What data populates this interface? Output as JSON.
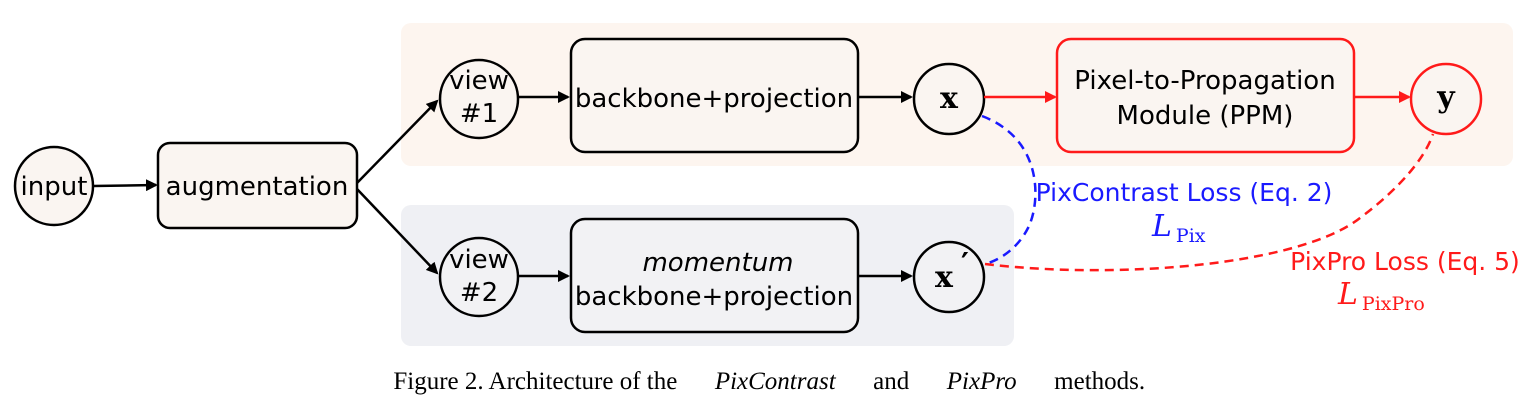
{
  "nodes": {
    "input": "input",
    "augmentation": "augmentation",
    "view1": [
      "view",
      "#1"
    ],
    "view2": [
      "view",
      "#2"
    ],
    "backbone1": "backbone+projection",
    "backbone2_line1": "momentum",
    "backbone2_line2": "backbone+projection",
    "x": "x",
    "x_prime": "x",
    "prime_mark": "′",
    "ppm": [
      "Pixel-to-Propagation",
      "Module (PPM)"
    ],
    "y": "y"
  },
  "losses": {
    "pixcontrast": {
      "label": "PixContrast Loss (Eq. 2)",
      "symbol": "L",
      "subscript": "Pix",
      "color": "#1a1aff"
    },
    "pixpro": {
      "label": "PixPro Loss (Eq. 5)",
      "symbol": "L",
      "subscript": "PixPro",
      "color": "#ff1a1a"
    }
  },
  "colors": {
    "online_panel": "#fdf5ef",
    "momentum_panel": "#eff0f4",
    "node_fill": "#faf5f1",
    "momentum_node_fill": "#f2f2f4",
    "red_flow": "#ff1a1a"
  },
  "caption": {
    "prefix": "Figure 2. Architecture of the ",
    "em1": "PixContrast",
    "middle": " and ",
    "em2": "PixPro",
    "suffix": " methods."
  }
}
